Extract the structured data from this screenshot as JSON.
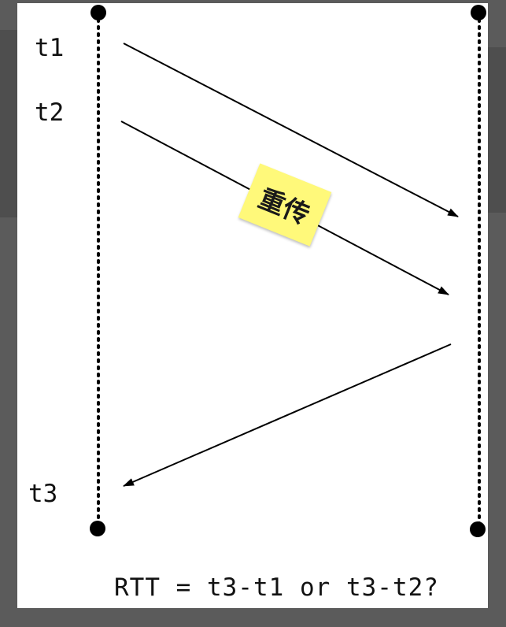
{
  "labels": {
    "t1": "t1",
    "t2": "t2",
    "t3": "t3"
  },
  "note": {
    "text": "重传",
    "color": "#fff97a"
  },
  "formula": "RTT = t3-t1 or t3-t2?",
  "colors": {
    "background": "#5b5b5b",
    "canvas": "#ffffff",
    "line": "#000000"
  }
}
